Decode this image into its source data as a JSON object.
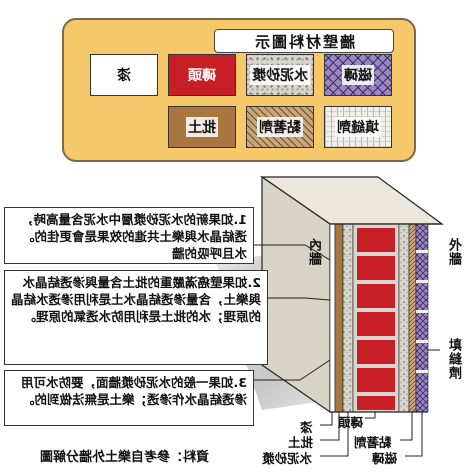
{
  "legend": {
    "title": "牆壁材料圖示",
    "swatches": [
      {
        "label": "漆",
        "kind": "paint"
      },
      {
        "label": "磚頭",
        "kind": "brick"
      },
      {
        "label": "水泥砂漿",
        "kind": "mortar"
      },
      {
        "label": "磁磚",
        "kind": "tile"
      },
      {
        "label": "批土",
        "kind": "plaster"
      },
      {
        "label": "黏著劑",
        "kind": "bond"
      },
      {
        "label": "填縫劑",
        "kind": "fill"
      }
    ]
  },
  "wall": {
    "inner_label": "內牆",
    "outer_label": "外牆",
    "fill_label": "填縫劑"
  },
  "notes": [
    "1.如果新的水泥砂漿層中水泥含量高時，透結晶水與樂土共進的效果是會更佳的。水且呼吸的牆",
    "2.如果壁癌滿嚴重的批土含量與滲透結晶水與樂土，含量滲透結晶水土是利用滲透水結晶的原理；水的批土是利用防水透氣的原理。",
    "3.如果一般的水泥砂漿牆面，要防水可用滲透結晶水作滲透；樂土是無法做到的。"
  ],
  "bottom_labels": [
    "漆",
    "批土",
    "水泥砂漿",
    "磚頭",
    "黏著劑",
    "磁磚"
  ],
  "source": "資料：參考自樂土外牆分解圖"
}
